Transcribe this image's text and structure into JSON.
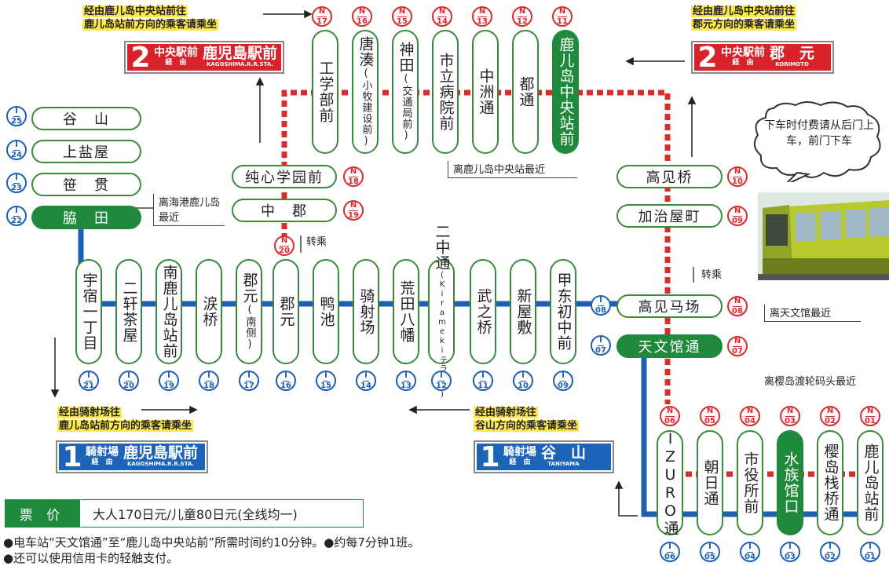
{
  "notes": {
    "top_left": {
      "line1": "经由鹿儿岛中央站前往",
      "line2": "鹿儿岛站前方向的乘客请乘坐"
    },
    "top_right": {
      "line1": "经由鹿儿岛中央站前往",
      "line2": "郡元方向的乘客请乘坐"
    },
    "bottom_left": {
      "line1": "经由骑射场往",
      "line2": "鹿儿岛站前方向的乘客请乘坐"
    },
    "bottom_mid": {
      "line1": "经由骑射场往",
      "line2": "谷山方向的乘客请乘坐"
    }
  },
  "signs": {
    "sign_a": {
      "num": "2",
      "mid": "中央駅前",
      "mid_sub": "経　由",
      "right": "鹿児島駅前",
      "right_en": "KAGOSHIMA.R.R.STA."
    },
    "sign_b": {
      "num": "2",
      "mid": "中央駅前",
      "mid_sub": "経　由",
      "right": "郡　元",
      "right_en": "KORIMOTO"
    },
    "sign_c": {
      "num": "1",
      "mid": "騎射場",
      "mid_sub": "経　由",
      "right": "鹿児島駅前",
      "right_en": "KAGOSHIMA.R.R.STA."
    },
    "sign_d": {
      "num": "1",
      "mid": "騎射場",
      "mid_sub": "経　由",
      "right": "谷　山",
      "right_en": "TANIYAMA"
    }
  },
  "stations": {
    "top_row": [
      {
        "name": "工学部前",
        "code_l": "N",
        "code_d": "17"
      },
      {
        "name": "唐湊",
        "sub": "(小牧建设前)",
        "code_l": "N",
        "code_d": "16"
      },
      {
        "name": "神田",
        "sub": "(交通局前)",
        "code_l": "N",
        "code_d": "15"
      },
      {
        "name": "市立病院前",
        "code_l": "N",
        "code_d": "14"
      },
      {
        "name": "中洲通",
        "code_l": "N",
        "code_d": "13"
      },
      {
        "name": "都通",
        "code_l": "N",
        "code_d": "12"
      },
      {
        "name": "鹿儿岛中央站前",
        "code_l": "N",
        "code_d": "11"
      }
    ],
    "left_stack": [
      {
        "name": "谷　山",
        "code_l": "I",
        "code_d": "25"
      },
      {
        "name": "上盐屋",
        "code_l": "I",
        "code_d": "24"
      },
      {
        "name": "笹　贯",
        "code_l": "I",
        "code_d": "23"
      },
      {
        "name": "脇　田",
        "code_l": "I",
        "code_d": "22"
      }
    ],
    "n18": {
      "name": "纯心学园前",
      "code_l": "N",
      "code_d": "18"
    },
    "n19": {
      "name": "中　郡",
      "code_l": "N",
      "code_d": "19"
    },
    "n20": {
      "code_l": "N",
      "code_d": "20"
    },
    "mid_row": [
      {
        "name": "宇宿一丁目",
        "code_l": "I",
        "code_d": "21"
      },
      {
        "name": "二轩茶屋",
        "code_l": "I",
        "code_d": "20"
      },
      {
        "name": "南鹿儿岛站前",
        "code_l": "I",
        "code_d": "19"
      },
      {
        "name": "涙桥",
        "code_l": "I",
        "code_d": "18"
      },
      {
        "name": "郡元",
        "sub": "(南侧)",
        "code_l": "I",
        "code_d": "17"
      },
      {
        "name": "郡元",
        "code_l": "I",
        "code_d": "16"
      },
      {
        "name": "鸭池",
        "code_l": "I",
        "code_d": "15"
      },
      {
        "name": "骑射场",
        "code_l": "I",
        "code_d": "14"
      },
      {
        "name": "荒田八幡",
        "code_l": "I",
        "code_d": "13"
      },
      {
        "name": "二中通",
        "sub": "(Kiramekiテラス前)",
        "code_l": "I",
        "code_d": "12"
      },
      {
        "name": "武之桥",
        "code_l": "I",
        "code_d": "11"
      },
      {
        "name": "新屋敷",
        "code_l": "I",
        "code_d": "10"
      },
      {
        "name": "甲东初中前",
        "code_l": "I",
        "code_d": "09"
      }
    ],
    "right_stack": [
      {
        "name": "高见桥",
        "code_l": "N",
        "code_d": "10"
      },
      {
        "name": "加治屋町",
        "code_l": "N",
        "code_d": "09"
      },
      {
        "name": "高见马场",
        "code_l": "N",
        "code_d": "08",
        "code2_l": "I",
        "code2_d": "08"
      },
      {
        "name": "天文馆通",
        "code_l": "N",
        "code_d": "07",
        "code2_l": "I",
        "code2_d": "07"
      }
    ],
    "bottom_row": [
      {
        "name": "IZURO通",
        "code_n": "06",
        "code_i": "06"
      },
      {
        "name": "朝日通",
        "code_n": "05",
        "code_i": "05"
      },
      {
        "name": "市役所前",
        "code_n": "04",
        "code_i": "04"
      },
      {
        "name": "水族馆口",
        "code_n": "03",
        "code_i": "03"
      },
      {
        "name": "樱岛栈桥通",
        "code_n": "02",
        "code_i": "02"
      },
      {
        "name": "鹿儿岛站前",
        "code_n": "01",
        "code_i": "01"
      }
    ]
  },
  "callouts": {
    "port": "离海港鹿儿岛最近",
    "chuo": "离鹿儿岛中央站最近",
    "transfer1": "转乘",
    "transfer2": "转乘",
    "tenmonkan": "离天文馆最近",
    "sakurajima": "离樱岛渡轮码头最近"
  },
  "bubble": {
    "text": "下车时付费请从后门上车，前门下车"
  },
  "fare": {
    "label": "票 价",
    "value": "大人170日元/儿童80日元(全线均一)"
  },
  "footer": {
    "line1": "●电车站“天文馆通”至“鹿儿岛中央站前”所需时间约10分钟。●约每7分钟1班。",
    "line2": "●还可以使用信用卡的轻触支付。"
  },
  "colors": {
    "line_n": "#d92b2b",
    "line_i": "#1d5fb4",
    "station": "#1f8a3c",
    "highlight": "#ffe94a"
  }
}
